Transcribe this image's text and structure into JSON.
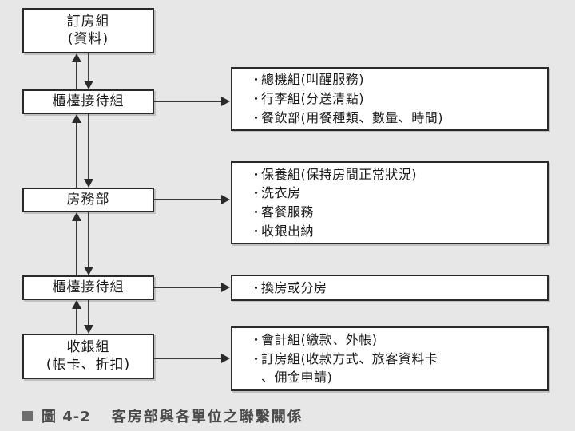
{
  "figure": {
    "bullet_icon": "filled-square",
    "number_label": "圖 4-2",
    "title": "客房部與各單位之聯繫關係",
    "background_color": "#e7e7e7",
    "box_fill_color": "#ffffff",
    "line_color": "#2a2a2a",
    "caption_color": "#4a4a4a"
  },
  "departments": [
    {
      "id": "reservation",
      "lines": [
        "訂房組",
        "(資料)"
      ]
    },
    {
      "id": "front-desk-1",
      "lines": [
        "櫃檯接待組"
      ]
    },
    {
      "id": "housekeeping",
      "lines": [
        "房務部"
      ]
    },
    {
      "id": "front-desk-2",
      "lines": [
        "櫃檯接待組"
      ]
    },
    {
      "id": "cashier",
      "lines": [
        "收銀組",
        "(帳卡、折扣)"
      ]
    }
  ],
  "detail_lists": [
    {
      "id": "front-desk-1-details",
      "items": [
        {
          "text": "總機組(叫醒服務)",
          "continuation": false
        },
        {
          "text": "行李組(分送清點)",
          "continuation": false
        },
        {
          "text": "餐飲部(用餐種類、數量、時間)",
          "continuation": false
        }
      ]
    },
    {
      "id": "housekeeping-details",
      "items": [
        {
          "text": "保養組(保持房間正常狀況)",
          "continuation": false
        },
        {
          "text": "洗衣房",
          "continuation": false
        },
        {
          "text": "客餐服務",
          "continuation": false
        },
        {
          "text": "收銀出納",
          "continuation": false
        }
      ]
    },
    {
      "id": "front-desk-2-details",
      "items": [
        {
          "text": "換房或分房",
          "continuation": false
        }
      ]
    },
    {
      "id": "cashier-details",
      "items": [
        {
          "text": "會計組(繳款、外帳)",
          "continuation": false
        },
        {
          "text": "訂房組(收款方式、旅客資料卡",
          "continuation": false
        },
        {
          "text": "、佣金申請)",
          "continuation": true
        }
      ]
    }
  ],
  "bullet_glyph": "・"
}
